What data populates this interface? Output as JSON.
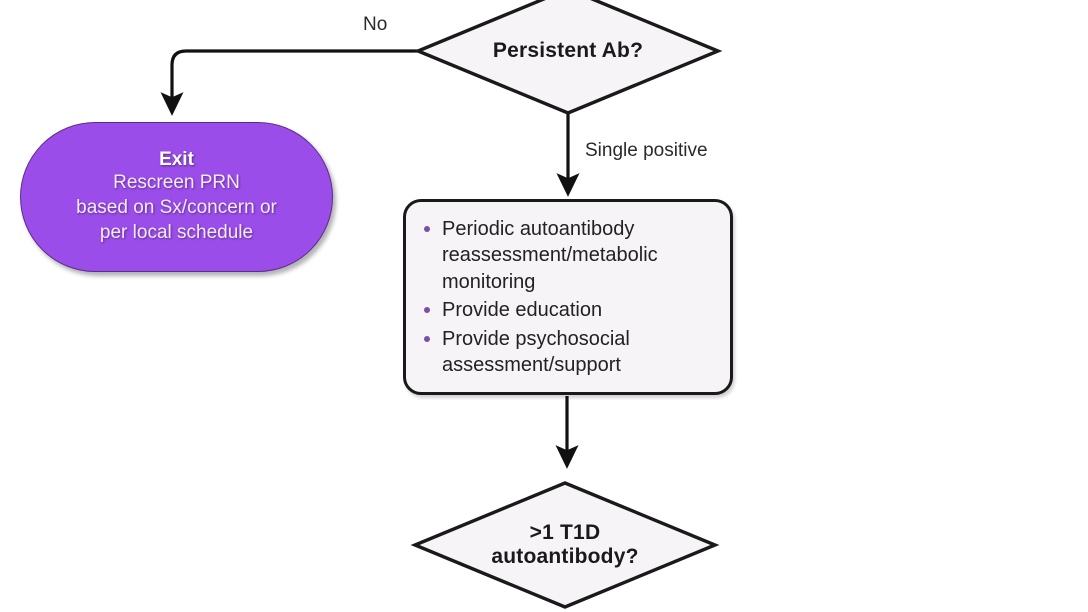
{
  "diagram": {
    "type": "flowchart",
    "background_color": "#ffffff",
    "nodes": {
      "persistent_ab": {
        "shape": "diamond",
        "label": "Persistent Ab?",
        "fill": "#f7f4f7",
        "stroke": "#1a1a1a"
      },
      "exit": {
        "shape": "rounded-terminator",
        "title": "Exit",
        "lines": [
          "Rescreen PRN",
          "based on Sx/concern or",
          "per local schedule"
        ],
        "fill": "#9b4dea",
        "text_color": "#ffffff"
      },
      "monitoring": {
        "shape": "rounded-rectangle",
        "fill": "#f7f4f7",
        "stroke": "#1a1a1a",
        "bullet_color": "#7b4fa8",
        "items": [
          "Periodic autoantibody reassessment/metabolic monitoring",
          "Provide education",
          "Provide psychosocial assessment/support"
        ]
      },
      "more_than_one_ab": {
        "shape": "diamond",
        "label": "&gt;1 T1D\nautoantibody?",
        "fill": "#f7f4f7",
        "stroke": "#1a1a1a"
      }
    },
    "edges": [
      {
        "id": "no-branch",
        "from": "persistent_ab",
        "to": "exit",
        "label": "No",
        "style": "elbow-arrow"
      },
      {
        "id": "single-positive-branch",
        "from": "persistent_ab",
        "to": "monitoring",
        "label": "Single positive",
        "style": "straight-arrow"
      },
      {
        "id": "monitoring-to-decision",
        "from": "monitoring",
        "to": "more_than_one_ab",
        "label": "",
        "style": "straight-arrow"
      }
    ]
  }
}
